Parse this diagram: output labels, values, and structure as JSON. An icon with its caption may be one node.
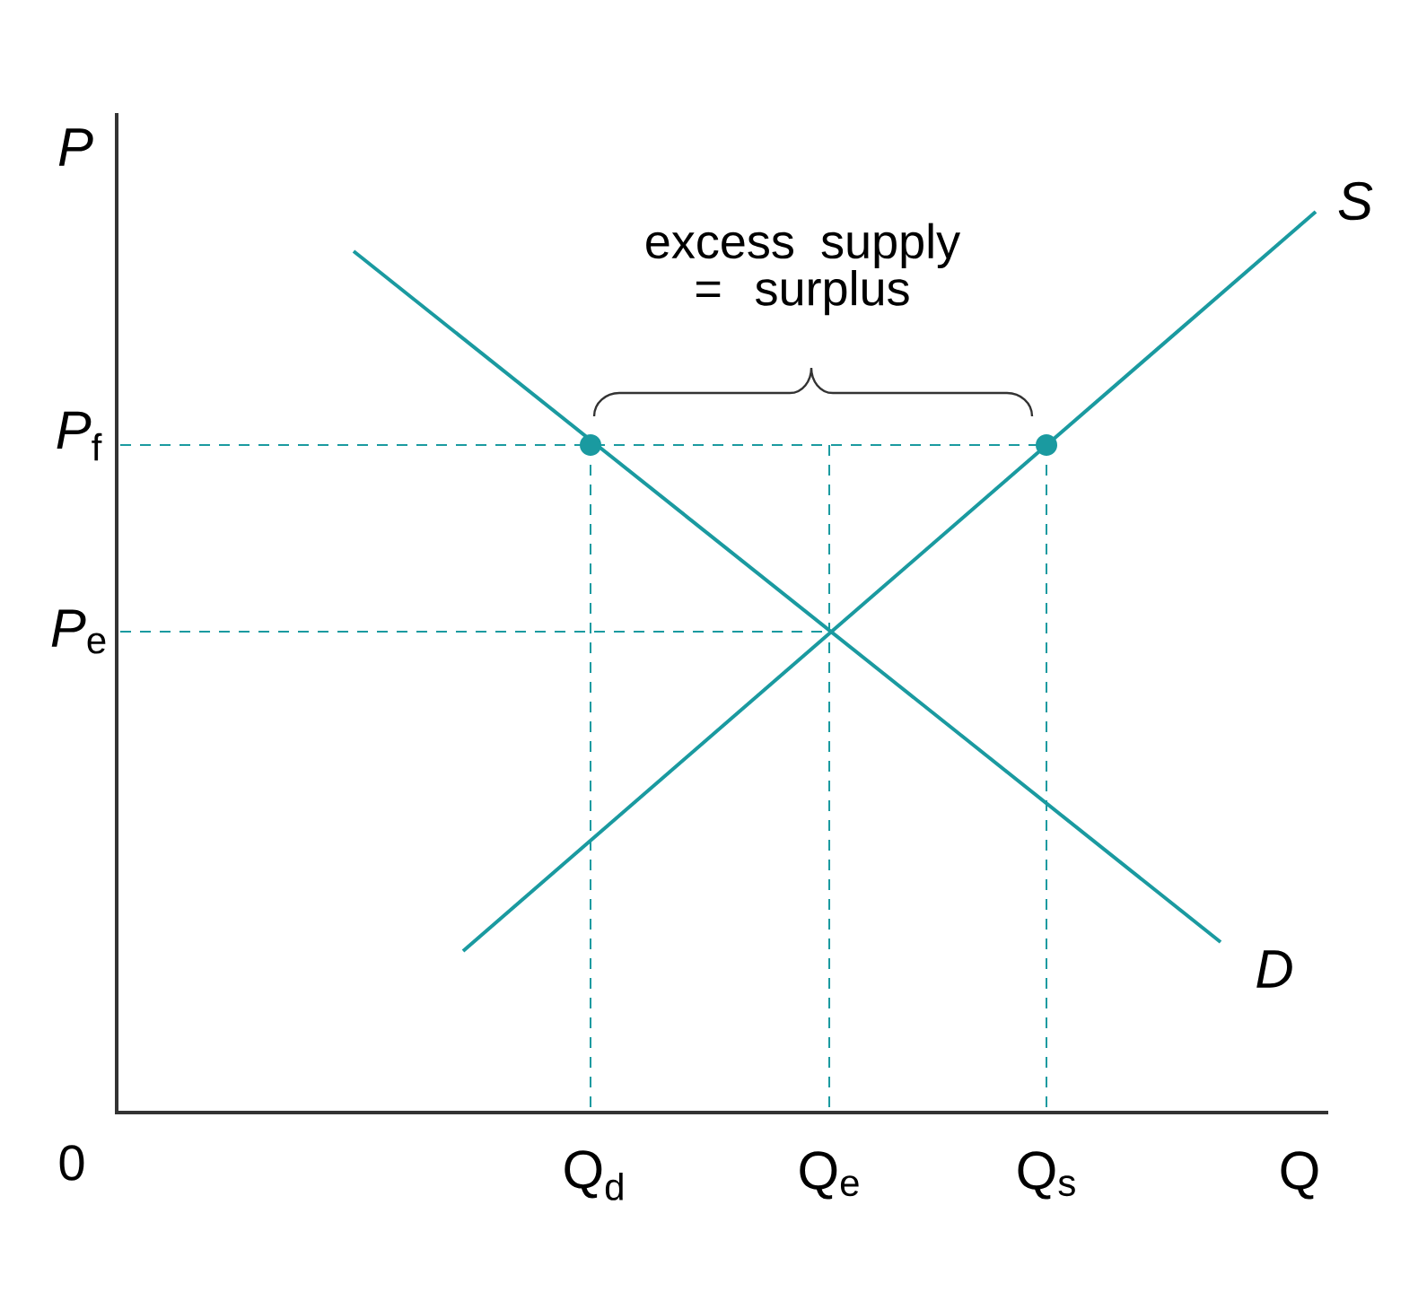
{
  "diagram": {
    "labels": [
      "P",
      "S",
      "excess supply = surplus",
      "*P*$_{f}$",
      "*P*$_{e}$",
      "D",
      "0",
      "Q$_{d}$",
      "Q$_{e}$",
      "Q$_{s}$",
      "Q"
    ]
  }
}
